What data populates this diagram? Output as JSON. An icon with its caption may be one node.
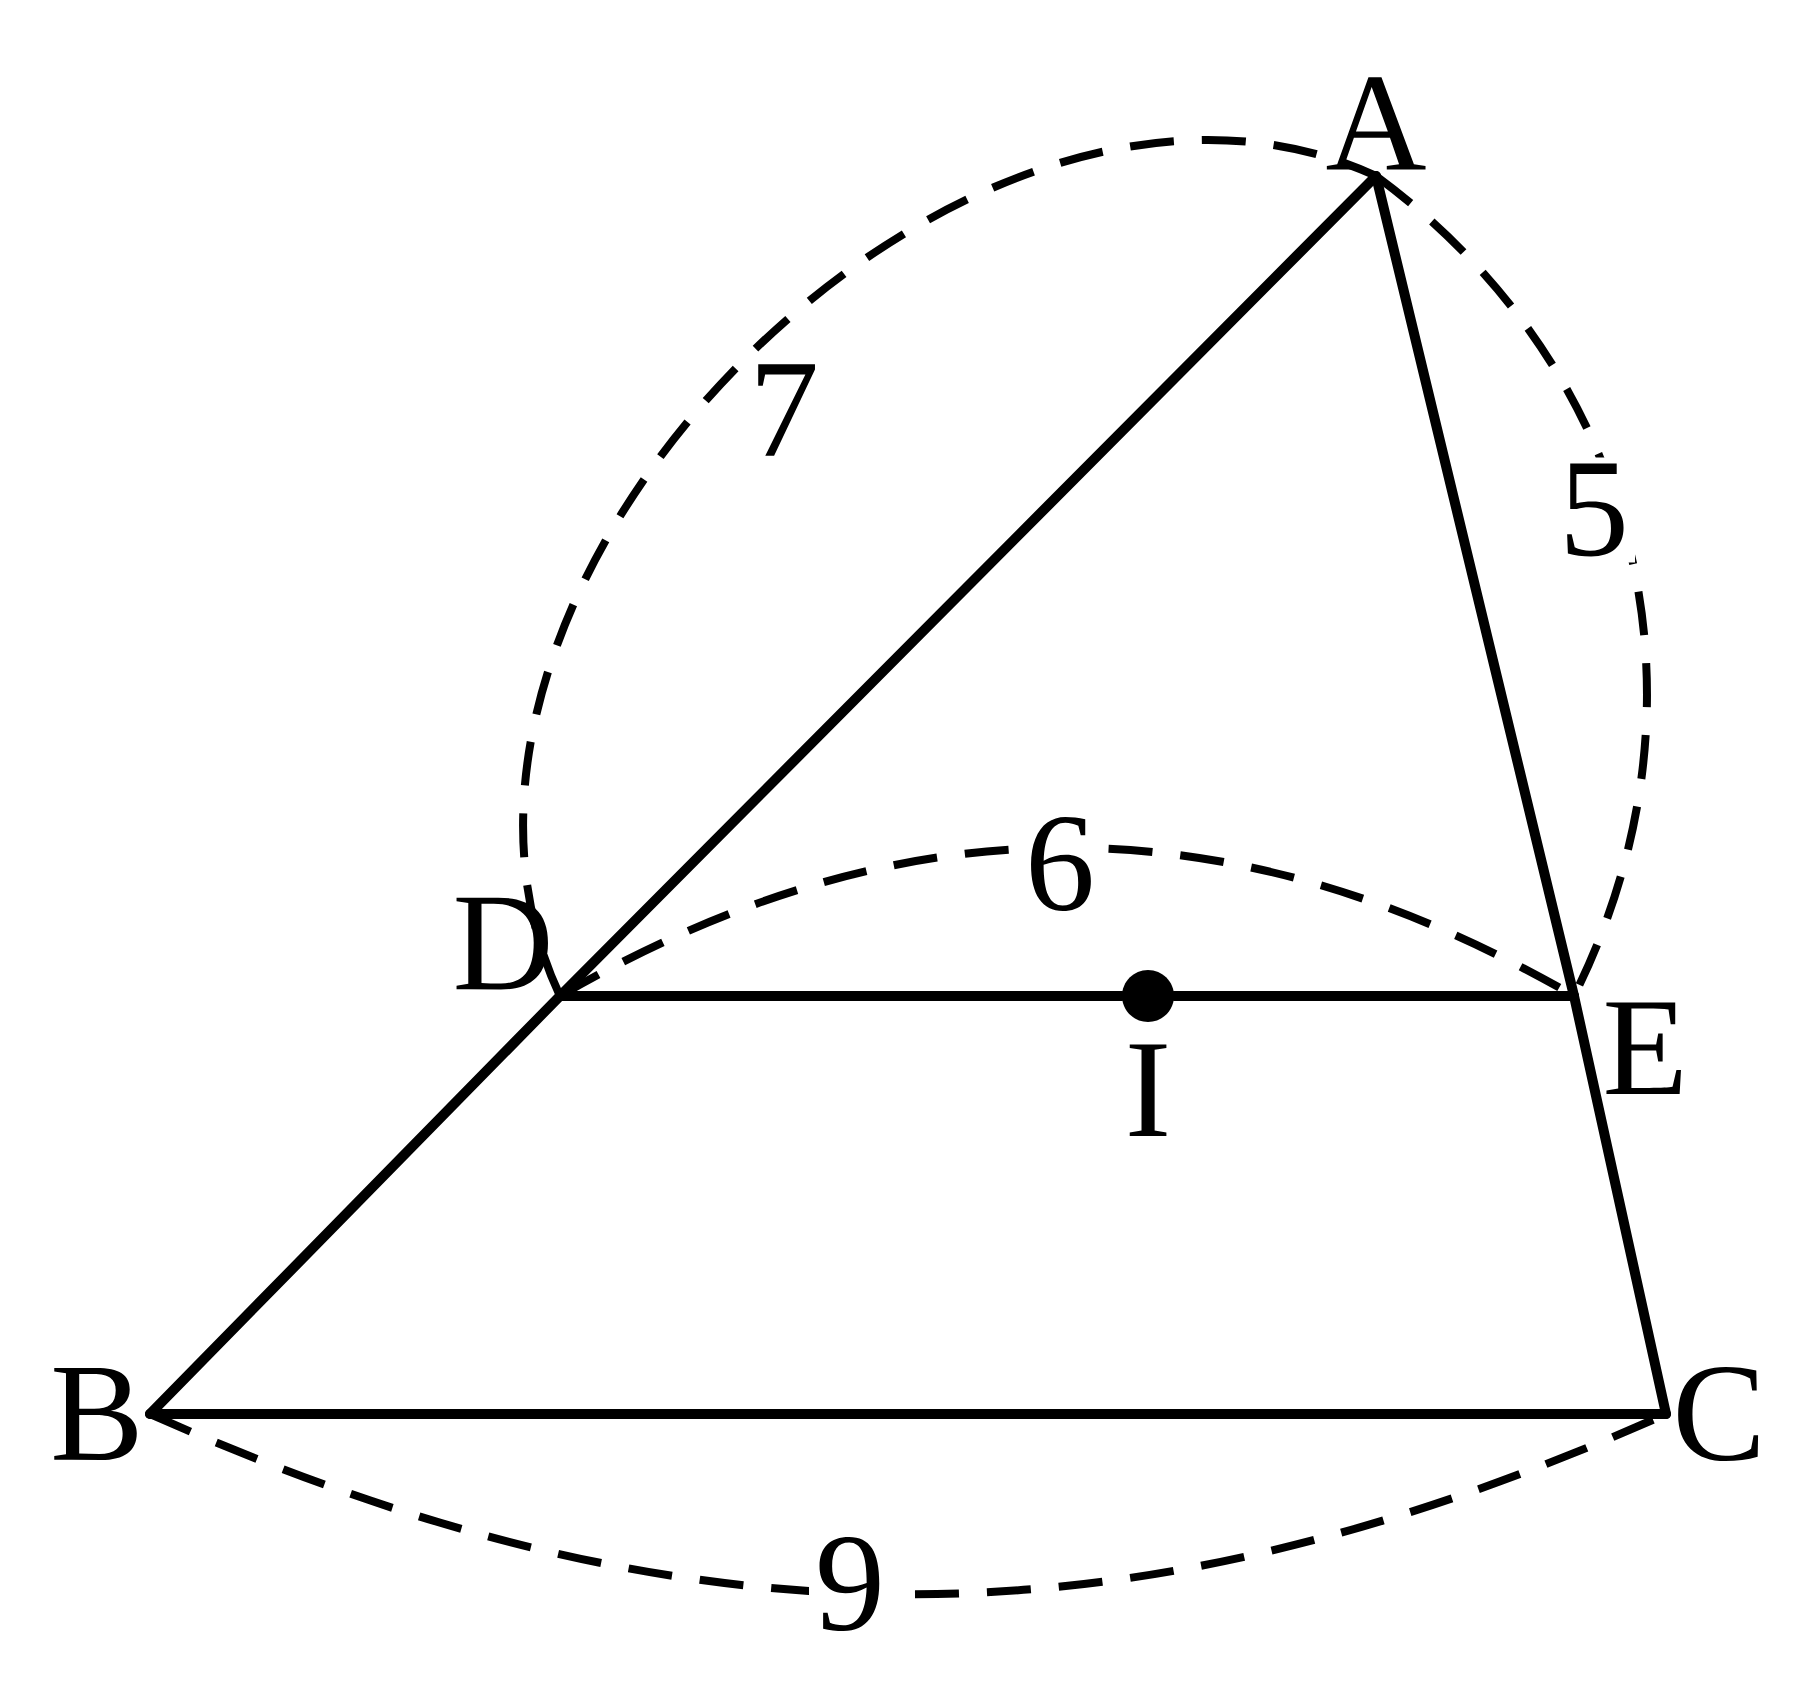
{
  "diagram": {
    "nodes": [
      {
        "text": [
          "A"
        ]
      },
      {
        "text": [
          "B"
        ]
      },
      {
        "text": [
          "C"
        ]
      },
      {
        "text": [
          "D"
        ]
      },
      {
        "text": [
          "E"
        ]
      },
      {
        "text": [
          "I"
        ]
      }
    ],
    "edges": [
      {
        "from": 0,
        "to": 3,
        "arrow": "none"
      },
      {
        "from": 3,
        "to": 1,
        "arrow": "none"
      },
      {
        "from": 0,
        "to": 4,
        "arrow": "none"
      },
      {
        "from": 4,
        "to": 2,
        "arrow": "none"
      },
      {
        "from": 1,
        "to": 2,
        "arrow": "none"
      },
      {
        "from": 3,
        "to": 5,
        "arrow": "none"
      },
      {
        "from": 5,
        "to": 4,
        "arrow": "none"
      }
    ],
    "labels": [
      "7",
      "5",
      "6",
      "9"
    ]
  }
}
